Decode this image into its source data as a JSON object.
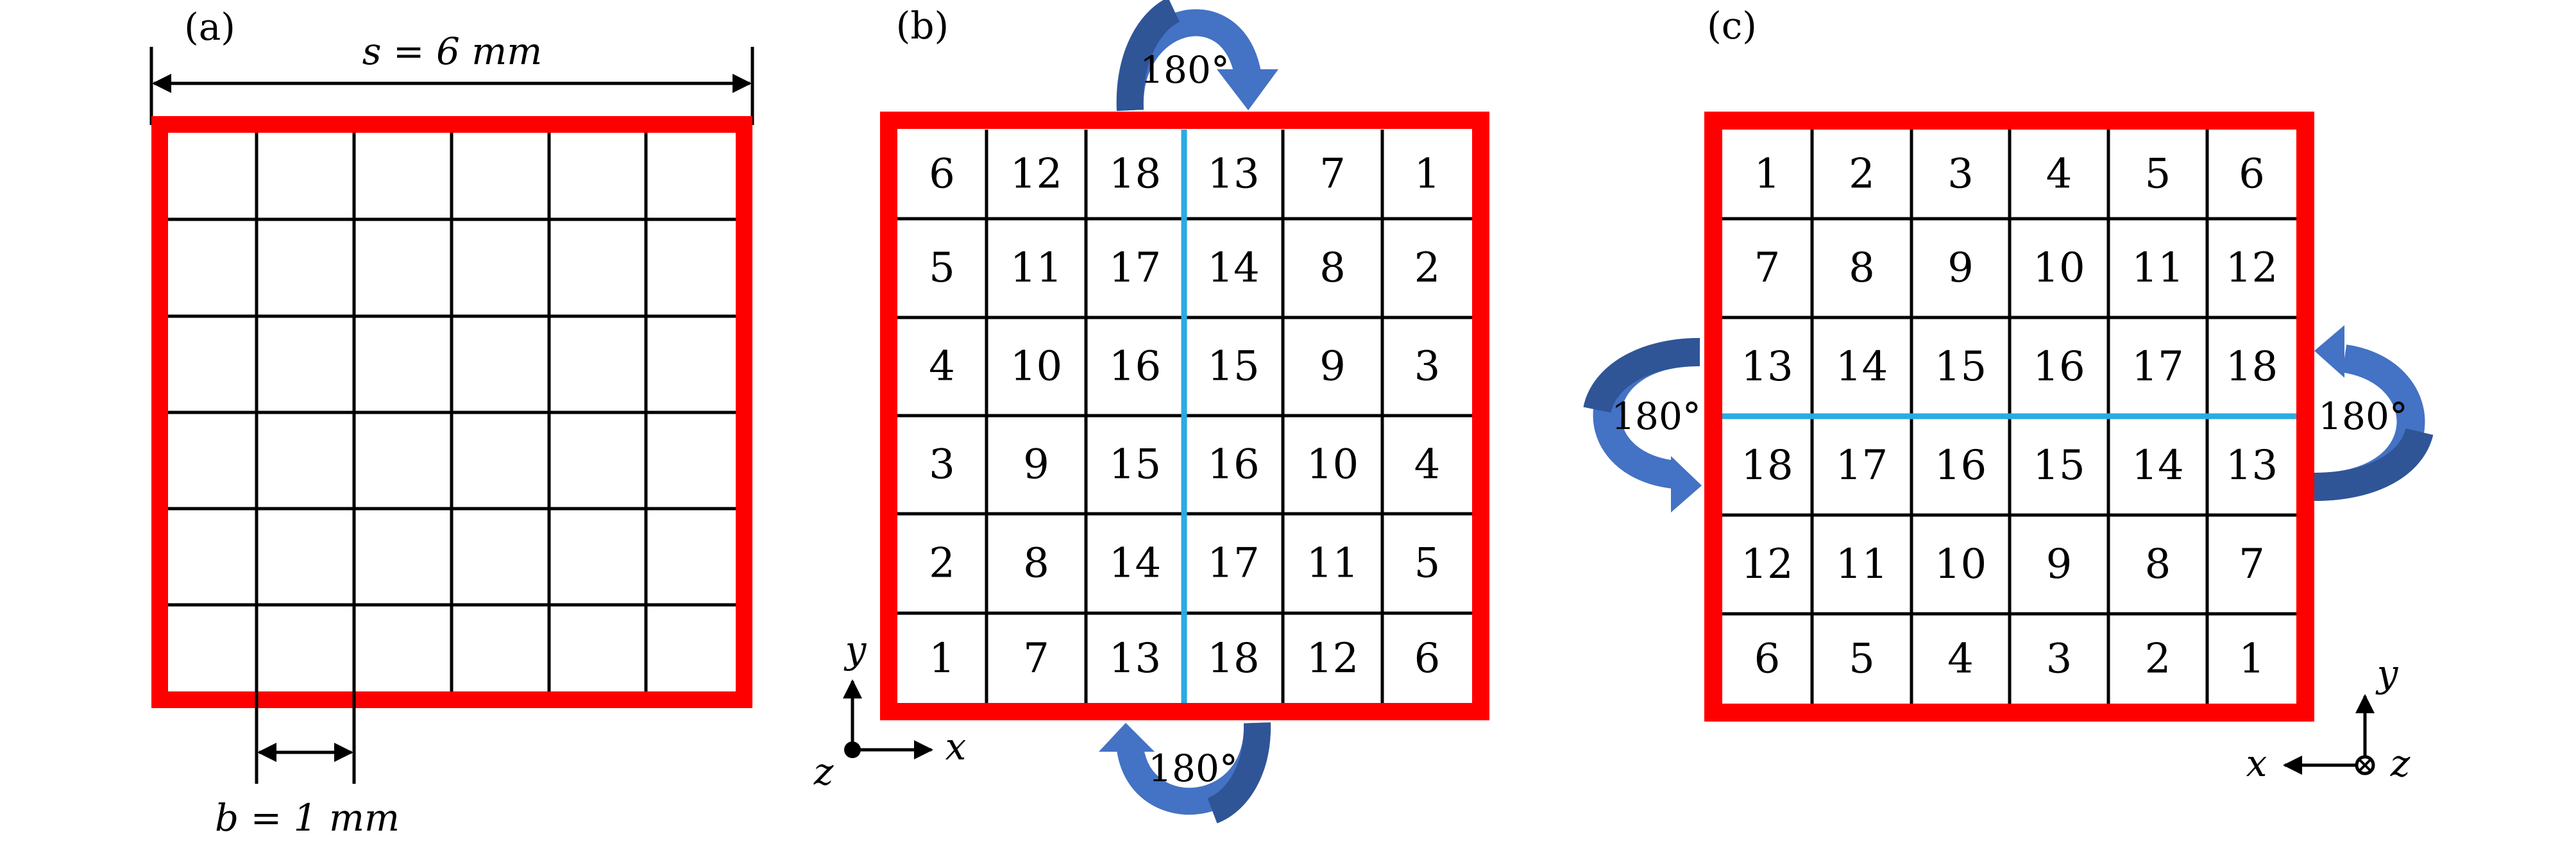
{
  "colors": {
    "frame": "#ff0000",
    "grid": "#000000",
    "fold_line": "#29abe2",
    "rotation_arrow": "#4472c4",
    "rotation_arrow_dark": "#2f5597"
  },
  "panel_a": {
    "label": "(a)",
    "side_dimension": "s = 6 mm",
    "cell_dimension": "b = 1 mm"
  },
  "panel_b": {
    "label": "(b)",
    "rotation_top": "180°",
    "rotation_bottom": "180°",
    "grid": [
      [
        "6",
        "12",
        "18",
        "13",
        "7",
        "1"
      ],
      [
        "5",
        "11",
        "17",
        "14",
        "8",
        "2"
      ],
      [
        "4",
        "10",
        "16",
        "15",
        "9",
        "3"
      ],
      [
        "3",
        "9",
        "15",
        "16",
        "10",
        "4"
      ],
      [
        "2",
        "8",
        "14",
        "17",
        "11",
        "5"
      ],
      [
        "1",
        "7",
        "13",
        "18",
        "12",
        "6"
      ]
    ],
    "axes": {
      "y": "y",
      "x": "x",
      "z": "z"
    }
  },
  "panel_c": {
    "label": "(c)",
    "rotation_left": "180°",
    "rotation_right": "180°",
    "grid": [
      [
        "1",
        "2",
        "3",
        "4",
        "5",
        "6"
      ],
      [
        "7",
        "8",
        "9",
        "10",
        "11",
        "12"
      ],
      [
        "13",
        "14",
        "15",
        "16",
        "17",
        "18"
      ],
      [
        "18",
        "17",
        "16",
        "15",
        "14",
        "13"
      ],
      [
        "12",
        "11",
        "10",
        "9",
        "8",
        "7"
      ],
      [
        "6",
        "5",
        "4",
        "3",
        "2",
        "1"
      ]
    ],
    "axes": {
      "y": "y",
      "x": "x",
      "z": "z"
    }
  }
}
